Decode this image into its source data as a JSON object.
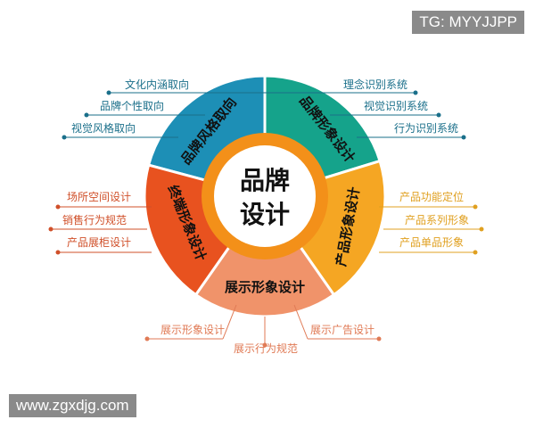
{
  "watermark_top": "TG: MYYJJPP",
  "watermark_bottom": "www.zgxdjg.com",
  "center": {
    "line1": "品牌",
    "line2": "设计"
  },
  "segments": [
    {
      "label": "品牌风格取向",
      "color": "#1d8fb6",
      "items": [
        "文化内涵取向",
        "品牌个性取向",
        "视觉风格取向"
      ],
      "item_color": "#1a6f8a"
    },
    {
      "label": "品牌形象设计",
      "color": "#15a38b",
      "items": [
        "理念识别系统",
        "视觉识别系统",
        "行为识别系统"
      ],
      "item_color": "#1a6f8a"
    },
    {
      "label": "产品形象设计",
      "color": "#f5a623",
      "items": [
        "产品功能定位",
        "产品系列形象",
        "产品单品形象"
      ],
      "item_color": "#e0a020"
    },
    {
      "label": "展示形象设计",
      "color": "#f0936a",
      "items": [
        "展示形象设计",
        "展示行为规范",
        "展示广告设计"
      ],
      "item_color": "#e07a55"
    },
    {
      "label": "终端形象设计",
      "color": "#e8521f",
      "items": [
        "场所空间设计",
        "销售行为规范",
        "产品展柜设计"
      ],
      "item_color": "#d0502a"
    }
  ],
  "ring_color": "#f39019"
}
